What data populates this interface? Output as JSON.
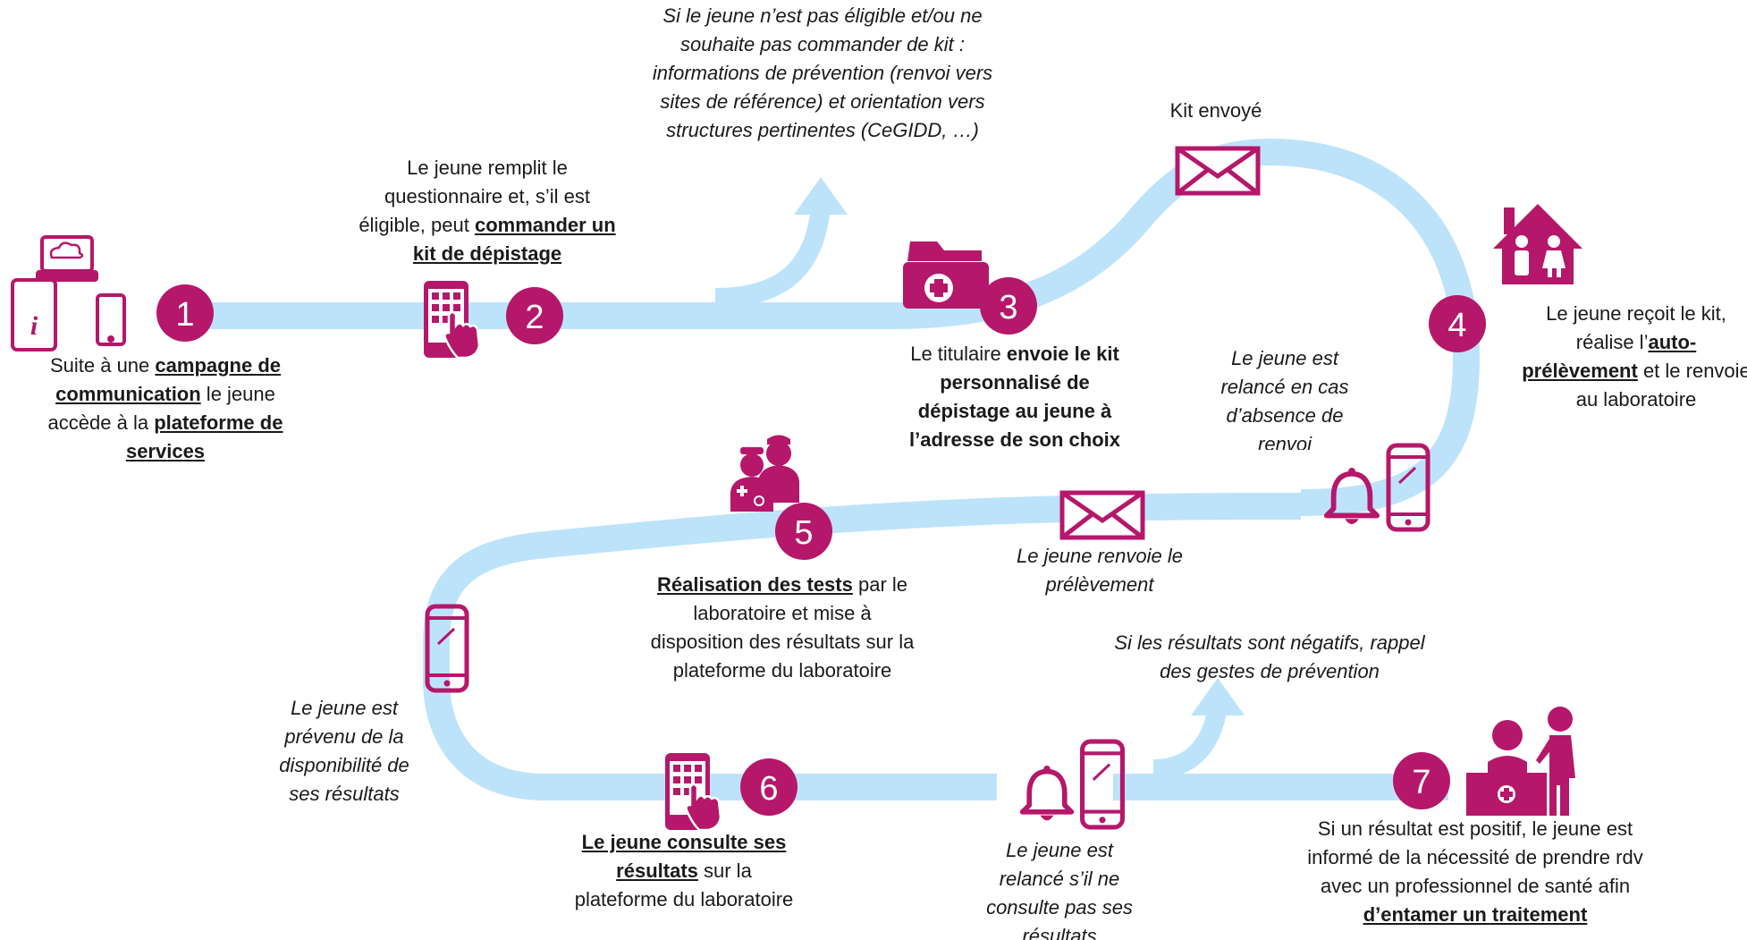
{
  "colors": {
    "accent": "#b5176a",
    "path": "#bde3fa",
    "text": "#1a1a1a"
  },
  "steps": [
    {
      "number": "1",
      "icon": "devices-icon"
    },
    {
      "number": "2",
      "icon": "tablet-touch-icon"
    },
    {
      "number": "3",
      "icon": "medical-folder-icon"
    },
    {
      "number": "4",
      "icon": "home-family-icon"
    },
    {
      "number": "5",
      "icon": "medical-staff-icon"
    },
    {
      "number": "6",
      "icon": "tablet-touch-icon"
    },
    {
      "number": "7",
      "icon": "doctor-consultation-icon"
    }
  ],
  "step1": {
    "pre": "Suite à une ",
    "bold1": "campagne de communication",
    "mid": " le jeune accède à la ",
    "bold2": "plateforme de services"
  },
  "step2": {
    "pre": "Le jeune remplit le questionnaire et, s’il est éligible, peut ",
    "bold": "commander un kit de dépistage"
  },
  "not_eligible_note": "Si le jeune n’est pas éligible et/ou ne souhaite pas commander de kit : informations de prévention (renvoi vers sites de référence) et orientation vers structures pertinentes (CeGIDD, …)",
  "kit_sent": "Kit envoyé",
  "step3": {
    "pre": "Le titulaire ",
    "bold": "envoie le kit personnalisé de dépistage au jeune à l’adresse de son choix"
  },
  "step4": {
    "pre": "Le jeune reçoit le kit, réalise l’",
    "bold": "auto-prélèvement",
    "post": " et le renvoie au laboratoire"
  },
  "reminder_return": "Le jeune est relancé en cas d’absence de renvoi",
  "sample_returned": "Le jeune renvoie le prélèvement",
  "step5": {
    "bold": "Réalisation des tests",
    "post": " par le laboratoire et mise à disposition des résultats sur la plateforme du laboratoire"
  },
  "results_available": "Le jeune est prévenu de la disponibilité de ses résultats",
  "step6": {
    "bold": "Le jeune consulte ses résultats",
    "post": " sur la plateforme du laboratoire"
  },
  "reminder_consult": "Le jeune est relancé s’il ne consulte pas ses résultats",
  "negative_note": "Si les résultats sont négatifs, rappel des gestes de prévention",
  "step7": {
    "pre": "Si un résultat est positif, le jeune est informé de la nécessité de prendre rdv avec un professionnel de santé afin ",
    "bold": "d’entamer un traitement"
  }
}
